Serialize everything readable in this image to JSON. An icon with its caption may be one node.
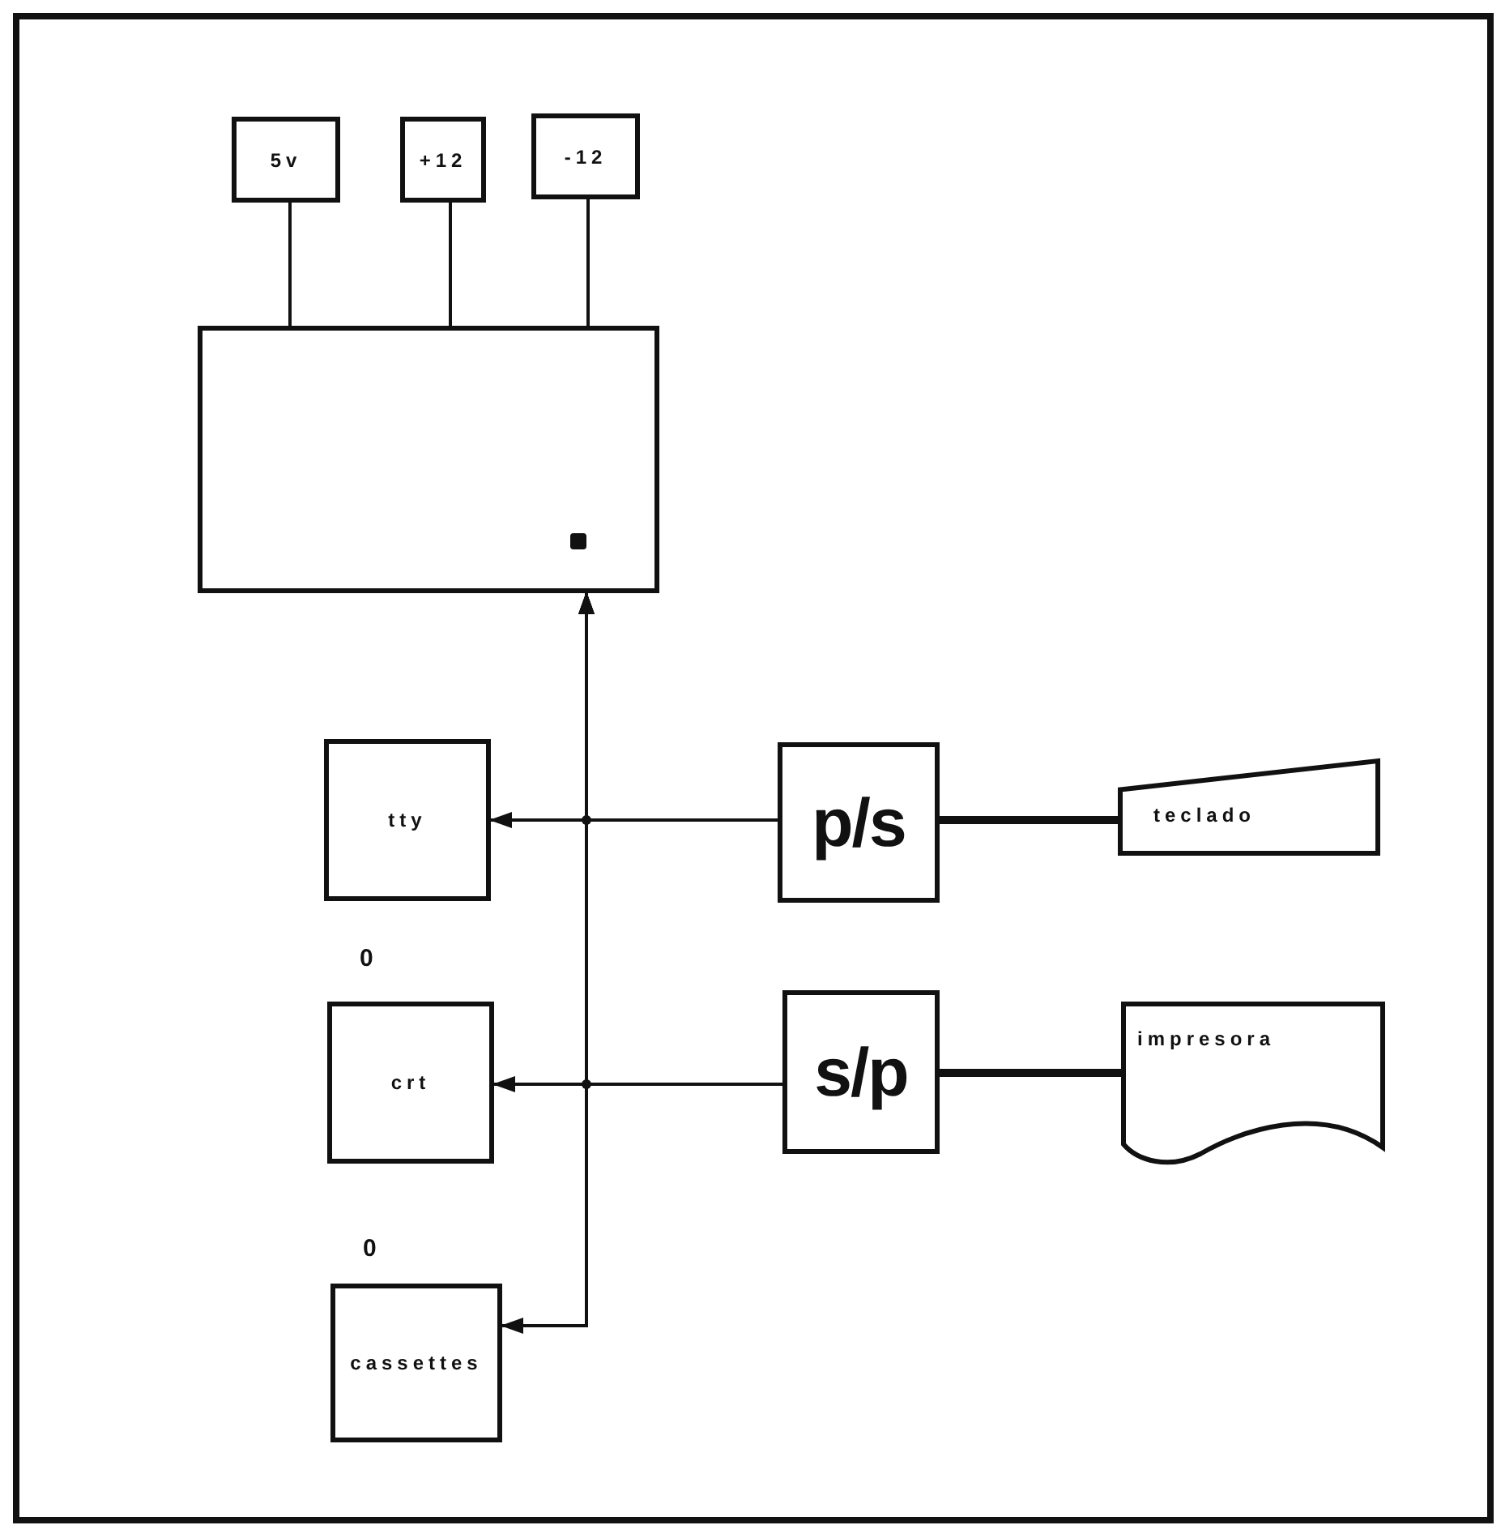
{
  "diagram": {
    "nodes": [
      {
        "text": [
          "5v"
        ]
      },
      {
        "text": [
          "+12"
        ]
      },
      {
        "text": [
          "-12"
        ]
      },
      {
        "text": [],
        "shape": "box"
      },
      {
        "text": [
          "tty"
        ]
      },
      {
        "text": [
          "p/s"
        ]
      },
      {
        "text": [
          "teclado"
        ]
      },
      {
        "text": [
          "crt"
        ]
      },
      {
        "text": [
          "s/p"
        ]
      },
      {
        "text": [
          "impresora"
        ]
      },
      {
        "text": [
          "cassettes"
        ]
      }
    ],
    "edges": [
      {
        "from": 0,
        "to": 3,
        "arrow": "none"
      },
      {
        "from": 1,
        "to": 3,
        "arrow": "none"
      },
      {
        "from": 2,
        "to": 3,
        "arrow": "none"
      },
      {
        "from": 5,
        "to": 4,
        "arrow": "to"
      },
      {
        "from": 5,
        "to": 3,
        "arrow": "to"
      },
      {
        "from": 8,
        "to": 7,
        "arrow": "to"
      },
      {
        "from": 8,
        "to": 3,
        "arrow": "to"
      },
      {
        "from": 3,
        "to": 10,
        "arrow": "both"
      },
      {
        "from": 5,
        "to": 6,
        "arrow": "none",
        "style": "thick"
      },
      {
        "from": 8,
        "to": 9,
        "arrow": "none",
        "style": "thick"
      }
    ],
    "labels": [
      "0",
      "0"
    ]
  }
}
